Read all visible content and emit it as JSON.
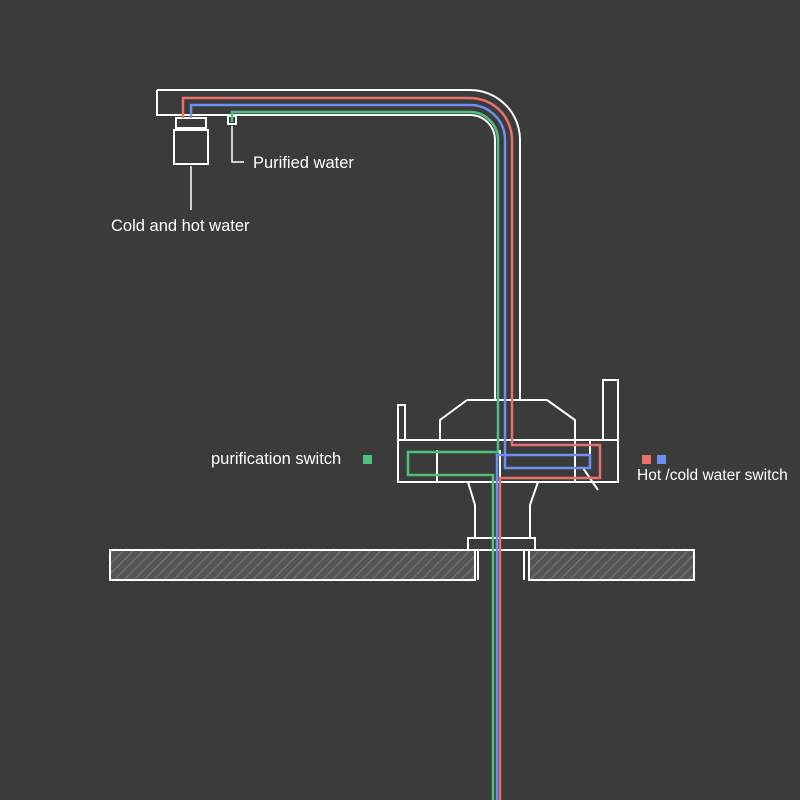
{
  "labels": {
    "purified_water": "Purified water",
    "cold_hot_water": "Cold and hot water",
    "purification_switch": "purification switch",
    "hot_cold_switch": "Hot /cold water switch"
  },
  "colors": {
    "background": "#3b3b3b",
    "outline": "#ffffff",
    "hot": "#e8716c",
    "cold": "#6d8ff0",
    "purified": "#4ec27c",
    "counter_hatch": "#6a6a6a"
  },
  "legend": {
    "purification_switch_color": "purified",
    "hot_cold_switch_colors": [
      "hot",
      "cold"
    ]
  }
}
